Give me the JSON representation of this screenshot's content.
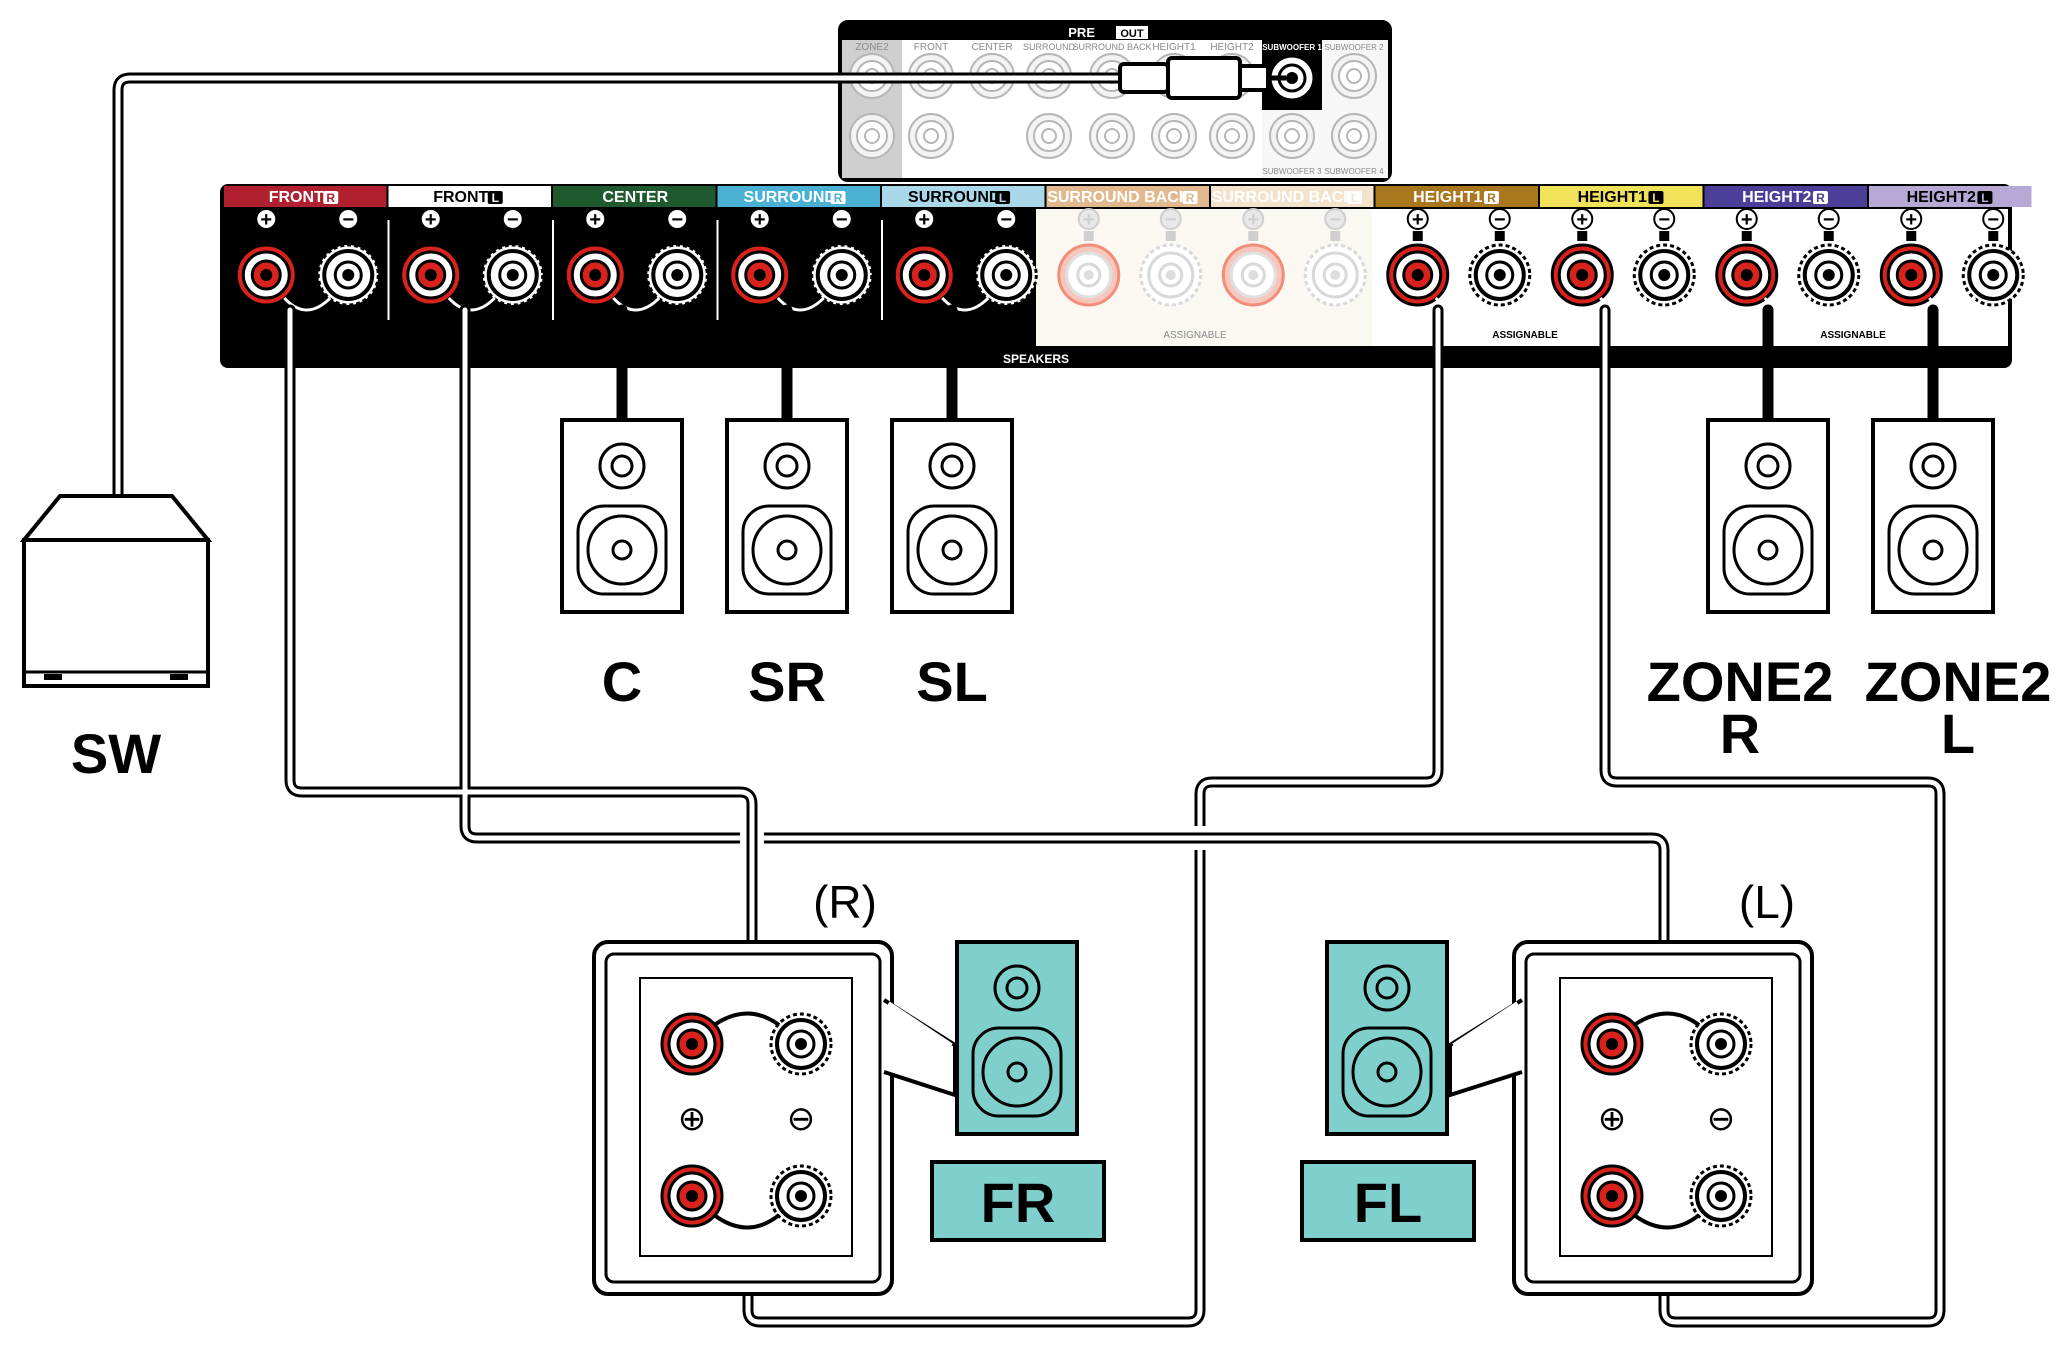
{
  "pre_out": {
    "title": "PRE",
    "title_badge": "OUT",
    "jack_labels": [
      "ZONE2",
      "FRONT",
      "CENTER",
      "SURROUND",
      "SURROUND BACK",
      "HEIGHT1",
      "HEIGHT2"
    ],
    "subwoofer_labels": [
      "SUBWOOFER 1",
      "SUBWOOFER 2",
      "SUBWOOFER 3",
      "SUBWOOFER 4"
    ]
  },
  "speakers_panel": {
    "label": "SPEAKERS",
    "assignable_label": "ASSIGNABLE",
    "plus_symbol": "+",
    "minus_symbol": "−",
    "channels": [
      {
        "name": "FRONT",
        "side": "R",
        "color": "#b0202e",
        "text_color": "#ffffff",
        "active": true
      },
      {
        "name": "FRONT",
        "side": "L",
        "color": "#ffffff",
        "text_color": "#000000",
        "active": true
      },
      {
        "name": "CENTER",
        "side": "",
        "color": "#1e5a2e",
        "text_color": "#ffffff",
        "active": true
      },
      {
        "name": "SURROUND",
        "side": "R",
        "color": "#4ab1d4",
        "text_color": "#ffffff",
        "active": true
      },
      {
        "name": "SURROUND",
        "side": "L",
        "color": "#a8d8ea",
        "text_color": "#000000",
        "active": true
      },
      {
        "name": "SURROUND BACK",
        "side": "R",
        "color": "#e2b98e",
        "text_color": "#ffffff",
        "active": false
      },
      {
        "name": "SURROUND BACK",
        "side": "L",
        "color": "#f3e2cc",
        "text_color": "#ffffff",
        "active": false
      },
      {
        "name": "HEIGHT1",
        "side": "R",
        "color": "#a8771e",
        "text_color": "#ffffff",
        "active": true
      },
      {
        "name": "HEIGHT1",
        "side": "L",
        "color": "#f2e25a",
        "text_color": "#000000",
        "active": true
      },
      {
        "name": "HEIGHT2",
        "side": "R",
        "color": "#4b3f9a",
        "text_color": "#ffffff",
        "active": true
      },
      {
        "name": "HEIGHT2",
        "side": "L",
        "color": "#b7a8d6",
        "text_color": "#000000",
        "active": true
      }
    ]
  },
  "speaker_labels": {
    "subwoofer": "SW",
    "center": "C",
    "surround_right": "SR",
    "surround_left": "SL",
    "zone2_right_line1": "ZONE2",
    "zone2_right_line2": "R",
    "zone2_left_line1": "ZONE2",
    "zone2_left_line2": "L",
    "front_right": "FR",
    "front_left": "FL"
  },
  "bi_amp": {
    "right_side": "(R)",
    "left_side": "(L)",
    "plus_symbol": "⊕",
    "minus_symbol": "⊖"
  },
  "colors": {
    "front_speaker_fill": "#7fd0cc",
    "terminal_red": "#d8231c",
    "wire": "#000000"
  }
}
